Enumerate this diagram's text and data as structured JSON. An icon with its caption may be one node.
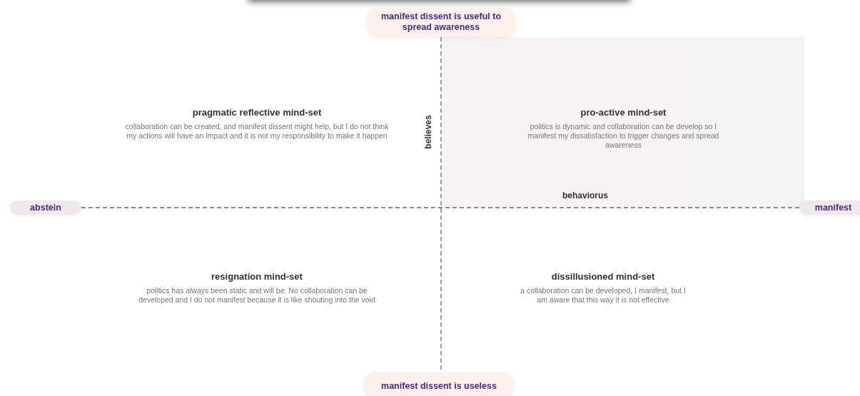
{
  "diagram": {
    "nodes": [
      {
        "text": [
          "manifest dissent is useful to spread awareness"
        ]
      },
      {
        "text": [
          "manifest dissent is useless"
        ]
      },
      {
        "text": [
          "abstein"
        ]
      },
      {
        "text": [
          "manifest"
        ]
      },
      {
        "text": [
          "pragmatic reflective mind-set",
          "collaboration can be created,  and manifest dissent might help, but I do not think my actions will have an impact and it is not my responsibility to make it happen"
        ]
      },
      {
        "text": [
          "pro-active mind-set",
          "politics is dynamic and collaboration can be develop so I manifest my dissatisfaction to trigger changes and spread awareness"
        ]
      },
      {
        "text": [
          "resignation mind-set",
          "politics has always been static and will be. No collaboration can be developed and I do not manifest because it is like shouting into the void"
        ]
      },
      {
        "text": [
          "dissillusioned mind-set",
          "a collaboration can be developed, I manifest, but I am aware that this way it is not effective"
        ]
      }
    ],
    "edges": [
      {
        "from": 0,
        "to": 1,
        "arrow": "none",
        "style": "dashed"
      },
      {
        "from": 2,
        "to": 3,
        "arrow": "none",
        "style": "dashed"
      }
    ],
    "labels": [
      "believes",
      "behaviorus"
    ]
  }
}
